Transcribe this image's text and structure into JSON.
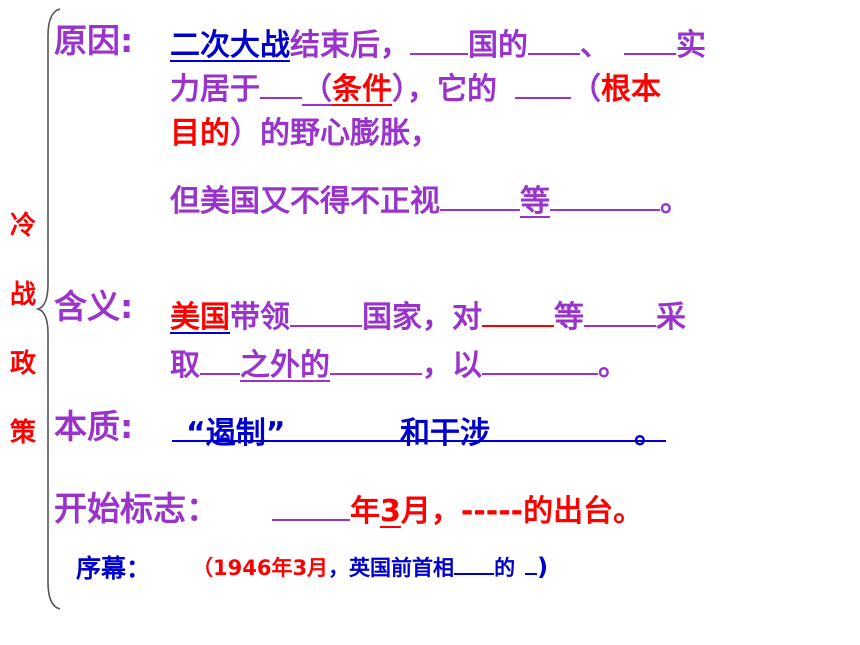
{
  "side_title": [
    "冷",
    "战",
    "政",
    "策"
  ],
  "cause": {
    "label": "原因",
    "colon": ":",
    "l1_a": "二次大战",
    "l1_b": "结束后，",
    "l1_c": "国的",
    "l1_d": "、",
    "l1_e": "实",
    "l2_a": "力居于",
    "l2_b": "（",
    "l2_c": "条件",
    "l2_d": "），它的",
    "l2_e": "（",
    "l2_f": "根本",
    "l3_a": "目的",
    "l3_b": "）的野心膨胀，",
    "l4_a": "但美国又不得不正视",
    "l4_b": "等",
    "l4_c": "。"
  },
  "meaning": {
    "label": "含义",
    "colon": ":",
    "l1_a": "美国",
    "l1_b": "带领",
    "l1_c": "国家，对",
    "l1_d": "等",
    "l1_e": "采",
    "l2_a": "取",
    "l2_b": "之外的",
    "l2_c": "，以",
    "l2_d": "。"
  },
  "essence": {
    "label": "本质",
    "colon": ":",
    "a": "“遏制”",
    "b": "和干涉",
    "c": "。"
  },
  "start": {
    "label": "开始标志：",
    "a": "年",
    "b": "3",
    "c": "月，-----的出台。"
  },
  "prelude": {
    "label": "序幕：",
    "a": "（",
    "b": "1946年3月",
    "c": "，英国前首相",
    "d": "的",
    "e": ")"
  }
}
